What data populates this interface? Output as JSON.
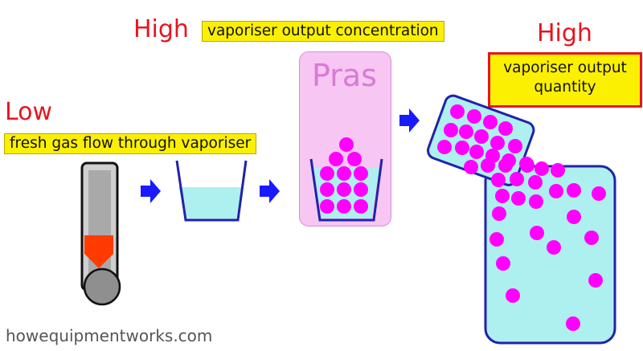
{
  "labels": {
    "high_concentration": "High",
    "concentration_box": "vaporiser output concentration",
    "high_quantity": "High",
    "quantity_box_line1": "vaporiser output",
    "quantity_box_line2": "quantity",
    "low": "Low",
    "gas_flow_box": "fresh gas flow through vaporiser",
    "pras": "Pras"
  },
  "footer": "howequipmentworks.com",
  "colors": {
    "label_red": "#e8141e",
    "highlight_yellow": "#fbf000",
    "liquid_cyan": "#aef0f0",
    "container_blue": "#2222aa",
    "molecule_magenta": "#ff00ff",
    "arrow_blue": "#1a1aff",
    "pras_panel": "#f7c6f2"
  },
  "icons": [
    "flowmeter-tube",
    "flow-arrow",
    "vaporiser-chamber",
    "molecule-dot"
  ]
}
